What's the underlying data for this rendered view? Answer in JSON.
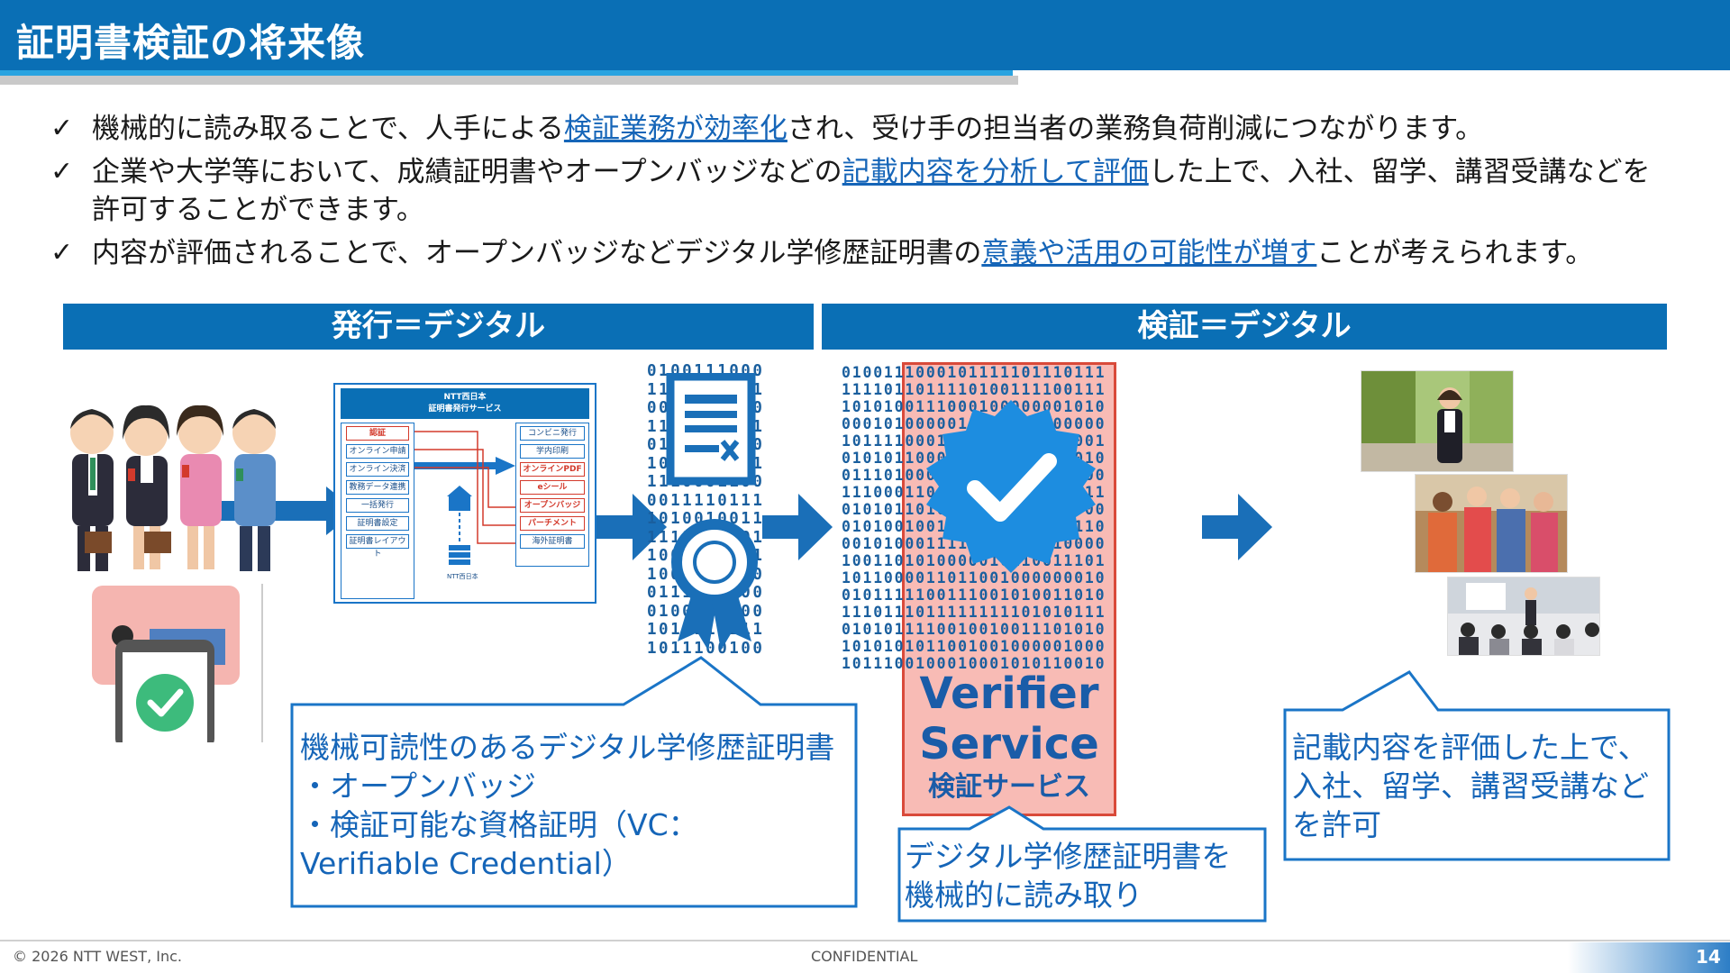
{
  "header": {
    "title": "証明書検証の将来像"
  },
  "bullets": [
    {
      "check": "✓",
      "pre": "機械的に読み取ることで、人手による",
      "highlight": "検証業務が効率化",
      "post": "され、受け手の担当者の業務負荷削減につながります。"
    },
    {
      "check": "✓",
      "pre": "企業や大学等において、成績証明書やオープンバッジなどの",
      "highlight": "記載内容を分析して評価",
      "post": "した上で、入社、留学、講習受講などを許可することができます。"
    },
    {
      "check": "✓",
      "pre": "内容が評価されることで、オープンバッジなどデジタル学修歴証明書の",
      "highlight": "意義や活用の可能性が増す",
      "post": "ことが考えられます。"
    }
  ],
  "bands": {
    "issue": "発行＝デジタル",
    "verify": "検証＝デジタル"
  },
  "issue_service_ui": {
    "title_line1": "NTT西日本",
    "title_line2": "証明書発行サービス",
    "left_items": [
      "認証",
      "オンライン申請",
      "オンライン決済",
      "教務データ連携",
      "一括発行",
      "証明書設定",
      "証明書レイアウト"
    ],
    "right_items": [
      "コンビニ発行",
      "学内印刷",
      "オンラインPDF",
      "eシール",
      "オープンバッジ",
      "パーチメント",
      "海外証明書"
    ],
    "logo_text": "NTT西日本"
  },
  "binary_left": [
    "0100111000",
    "1101010111",
    "0010100100",
    "1101001111",
    "0111000010",
    "1011101011",
    "1110001100",
    "0011110111",
    "1010010011",
    "1111100101",
    "1001110111",
    "1001110110",
    "0111010100",
    "0100010100",
    "1010110111",
    "1011100100"
  ],
  "binary_right": [
    "0100111000101111101110111",
    "1111011011110100111100111",
    "1010100111000100000001010",
    "0001010000011101101000000",
    "1011110001101001101010001",
    "0101011000001110101111010",
    "0111010000011101010110100",
    "1110001100101000001000111",
    "0101011010010101010110000",
    "0101001001001001000010110",
    "0010100011110011100010000",
    "1001101010000010110011101",
    "1011000011011001000000010",
    "0101111100111001010011010",
    "1110111011111111101010111",
    "0101011110010010011101010",
    "1010101011001001000001000",
    "1011100100010001010110010"
  ],
  "callouts": {
    "left": [
      "機械可読性のあるデジタル学修歴証明書",
      "・オープンバッジ",
      "・検証可能な資格証明（VC：",
      "Verifiable Credential）"
    ],
    "middle": [
      "デジタル学修歴証明書を",
      "機械的に読み取り"
    ],
    "right": [
      "記載内容を評価した上で、",
      "入社、留学、講習受講など",
      "を許可"
    ]
  },
  "verifier": {
    "line1": "Verifier",
    "line2": "Service",
    "line3": "検証サービス"
  },
  "footer": {
    "copyright": "© 2026  NTT WEST, Inc.",
    "confidential": "CONFIDENTIAL",
    "page": "14"
  },
  "colors": {
    "brand_blue": "#0a6fb5",
    "accent_red": "#d94a3a",
    "light_blue": "#29a3e0"
  },
  "icons": [
    "check-icon",
    "people-icon",
    "smartphone-check-icon",
    "certificate-icon",
    "ribbon-icon",
    "verified-badge-icon",
    "arrow-right-icon"
  ]
}
